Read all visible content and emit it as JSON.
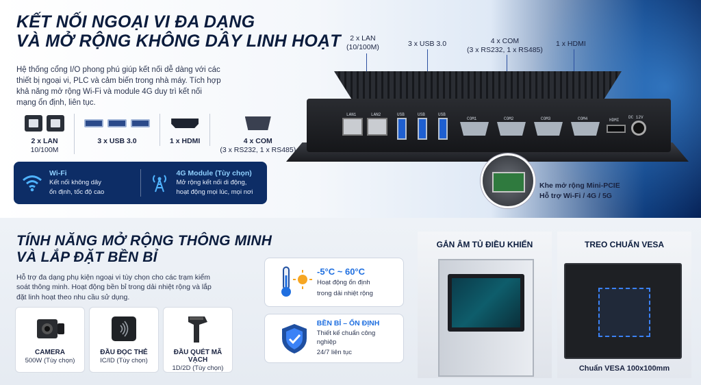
{
  "hero": {
    "title_line1": "KẾT NỐI NGOẠI VI ĐA DẠNG",
    "title_line2": "VÀ MỞ RỘNG KHÔNG DÂY LINH HOẠT",
    "description": "Hệ thống cổng I/O phong phú giúp kết nối dễ dàng với các thiết bị ngoại vi, PLC và cảm biến trong nhà máy. Tích hợp khả năng mở rộng Wi-Fi và module 4G duy trì kết nối mạng ổn định, liên tục."
  },
  "io_items": [
    {
      "label": "2 x LAN",
      "sub": "10/100M",
      "icon": "lan-port-icon"
    },
    {
      "label": "3 x USB 3.0",
      "sub": "",
      "icon": "usb-port-icon"
    },
    {
      "label": "1 x HDMI",
      "sub": "",
      "icon": "hdmi-port-icon"
    },
    {
      "label": "4 x COM",
      "sub": "(3 x RS232, 1 x RS485)",
      "icon": "com-port-icon"
    }
  ],
  "wireless": {
    "wifi_title": "Wi-Fi",
    "wifi_line1": "Kết nối không dây",
    "wifi_line2": "ổn định, tốc độ cao",
    "g4_title": "4G Module (Tùy chọn)",
    "g4_line1": "Mở rộng kết nối di động,",
    "g4_line2": "hoạt động mọi lúc, mọi nơi"
  },
  "device_callouts": {
    "lan_a": "2 x LAN",
    "lan_b": "(10/100M)",
    "usb": "3 x USB 3.0",
    "com_a": "4 x COM",
    "com_b": "(3 x RS232, 1 x RS485)",
    "hdmi": "1 x HDMI"
  },
  "port_tags": {
    "lan1": "LAN1",
    "lan2": "LAN2",
    "usb1": "USB",
    "usb2": "USB",
    "usb3": "USB",
    "com1": "COM1",
    "com2": "COM2",
    "com3": "COM3",
    "com4": "COM4",
    "hdmi": "HDMI",
    "dc": "DC 12V"
  },
  "minipcie": {
    "line1": "Khe mở rộng Mini-PCIE",
    "line2": "Hỗ trợ Wi-Fi / 4G / 5G"
  },
  "features": {
    "title_line1": "TÍNH NĂNG MỞ RỘNG THÔNG MINH",
    "title_line2": "VÀ LẮP ĐẶT BỀN BỈ",
    "description": "Hỗ trợ đa dạng phụ kiện ngoại vi tùy chọn cho các trạm kiểm soát thông minh. Hoạt động bền bỉ trong dải nhiệt rộng và lắp đặt linh hoạt theo nhu cầu sử dụng."
  },
  "accessories": [
    {
      "name": "CAMERA",
      "sub": "500W (Tùy chọn)",
      "icon": "camera-icon"
    },
    {
      "name": "ĐẦU ĐỌC THẺ",
      "sub": "IC/ID (Tùy chọn)",
      "icon": "card-reader-icon"
    },
    {
      "name": "ĐẦU QUÉT MÃ VẠCH",
      "sub": "1D/2D (Tùy chọn)",
      "icon": "barcode-scanner-icon"
    }
  ],
  "temp_card": {
    "title": "-5°C ~ 60°C",
    "line1": "Hoạt động ổn định",
    "line2": "trong dải nhiệt rộng"
  },
  "durable_card": {
    "title": "BỀN BỈ – ỔN ĐỊNH",
    "line1": "Thiết kế chuẩn công nghiệp",
    "line2": "24/7 liên tục"
  },
  "mount_panels": {
    "cabinet_title": "GẮN ÂM TỦ ĐIỀU KHIỂN",
    "vesa_title": "TREO CHUẨN VESA",
    "vesa_label": "Chuẩn VESA 100x100mm"
  },
  "colors": {
    "navy": "#0b1c3d",
    "accent_blue": "#1f6fe0",
    "wireless_box": "#0d2d66"
  }
}
